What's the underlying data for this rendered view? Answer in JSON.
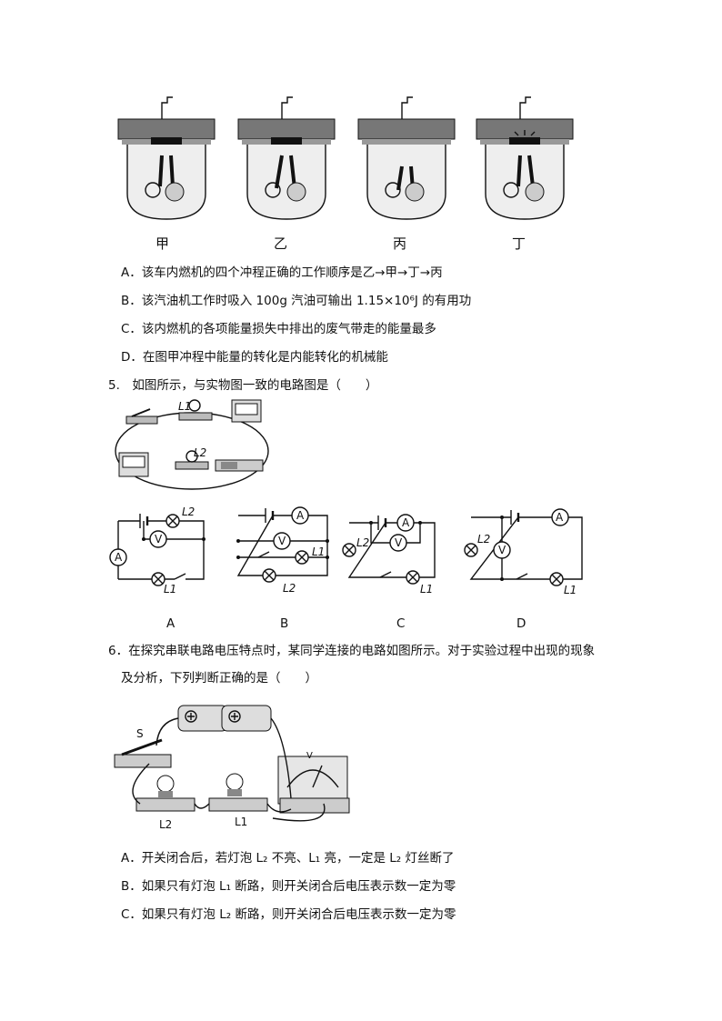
{
  "q4": {
    "engine_labels": [
      "甲",
      "乙",
      "丙",
      "丁"
    ],
    "options": [
      "A．该车内燃机的四个冲程正确的工作顺序是乙→甲→丁→丙",
      "B．该汽油机工作时吸入 100g 汽油可输出 1.15×10⁶J 的有用功",
      "C．该内燃机的各项能量损失中排出的废气带走的能量最多",
      "D．在图甲冲程中能量的转化是内能转化的机械能"
    ]
  },
  "q5": {
    "stem": "5.　如图所示，与实物图一致的电路图是（　　）",
    "photo_labels": {
      "l1": "L1",
      "l2": "L2"
    },
    "choice_labels": [
      "A",
      "B",
      "C",
      "D"
    ],
    "meter_labels": {
      "ammeter": "A",
      "voltmeter": "V"
    },
    "lamp_labels": {
      "l1": "L1",
      "l2": "L2"
    }
  },
  "q6": {
    "stem_line1": "6．在探究串联电路电压特点时，某同学连接的电路如图所示。对于实验过程中出现的现象",
    "stem_line2": "及分析，下列判断正确的是（　　）",
    "photo_labels": {
      "switch": "S",
      "l2": "L2",
      "l1": "L1",
      "meter": "V"
    },
    "options": [
      "A．开关闭合后，若灯泡 L₂ 不亮、L₁ 亮，一定是 L₂ 灯丝断了",
      "B．如果只有灯泡 L₁ 断路，则开关闭合后电压表示数一定为零",
      "C．如果只有灯泡 L₂ 断路，则开关闭合后电压表示数一定为零"
    ]
  }
}
